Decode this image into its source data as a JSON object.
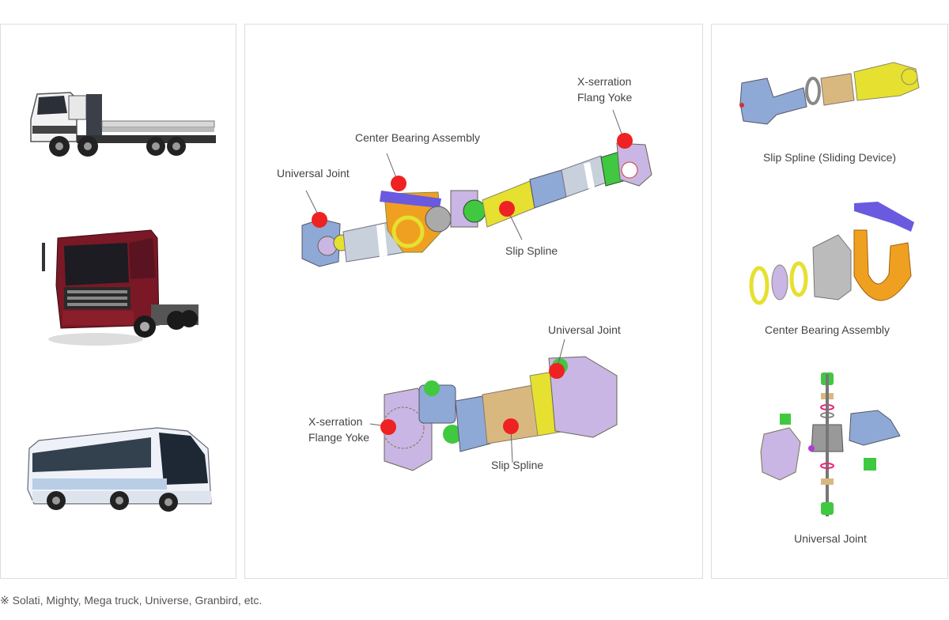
{
  "vehicles": [
    {
      "name": "cargo-truck"
    },
    {
      "name": "tractor-truck"
    },
    {
      "name": "coach-bus"
    }
  ],
  "colors": {
    "yoke_blue": "#8fa9d6",
    "yoke_purple": "#c9b6e4",
    "bearing_orange": "#f0a020",
    "spline_yellow": "#e6e030",
    "tube_gray": "#c8d0dc",
    "cap_green": "#40c840",
    "tan": "#d9b880",
    "marker_red": "#ee2222",
    "bracket_purple": "#6a5ae0"
  },
  "main_diagram": {
    "label_x_serration_top_1": "X-serration",
    "label_x_serration_top_2": "Flang Yoke",
    "label_center_bearing": "Center Bearing Assembly",
    "label_universal_joint_top": "Universal Joint",
    "label_slip_spline_top": "Slip Spline",
    "label_universal_joint_bottom": "Universal Joint",
    "label_x_serration_bottom_1": "X-serration",
    "label_x_serration_bottom_2": "Flange Yoke",
    "label_slip_spline_bottom": "Slip Spline"
  },
  "components": {
    "slip_spline": "Slip Spline (Sliding Device)",
    "center_bearing": "Center Bearing Assembly",
    "universal_joint": "Universal Joint"
  },
  "footnote": "※ Solati, Mighty, Mega truck, Universe, Granbird, etc."
}
